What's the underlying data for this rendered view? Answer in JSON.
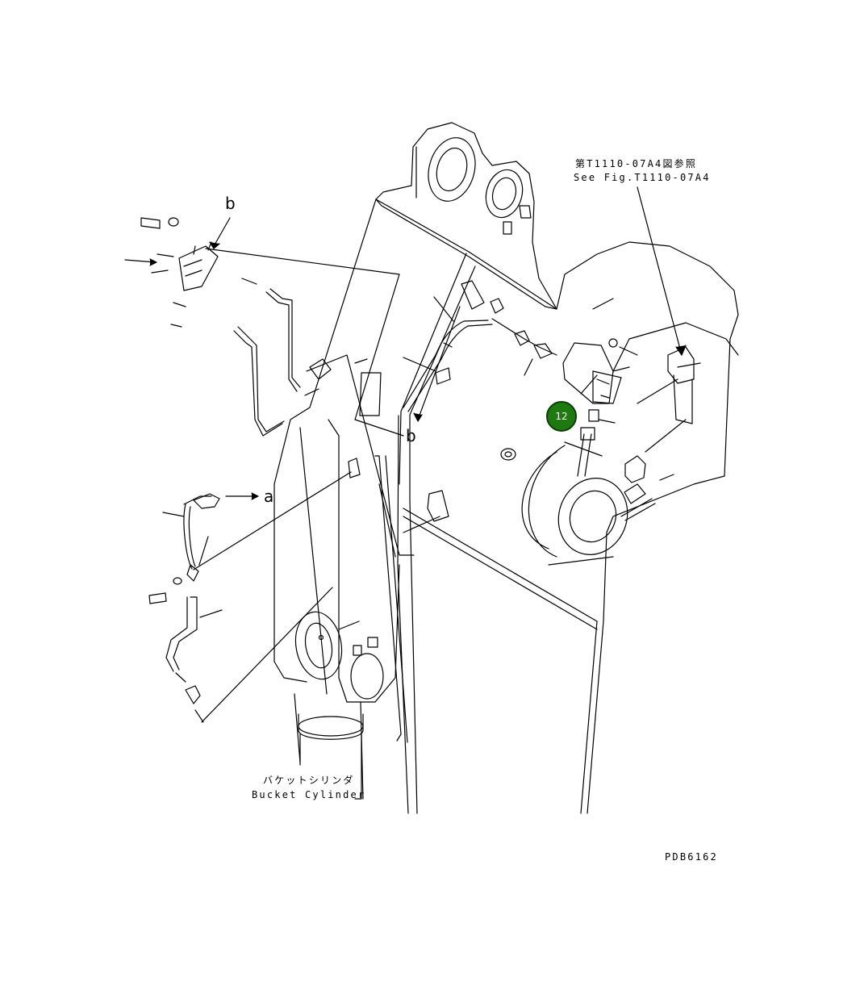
{
  "references": {
    "fig_ref_jp": "第T1110-07A4図参照",
    "fig_ref_en": "See Fig.T1110-07A4"
  },
  "labels": {
    "bucket_cylinder_jp": "バケットシリンダ",
    "bucket_cylinder_en": "Bucket Cylinder",
    "drawing_code": "PDB6162",
    "arrow_b_top": "b",
    "arrow_b_bottom": "b",
    "arrow_a": "a"
  },
  "callouts": [
    {
      "number": "12",
      "color": "#1e7a10"
    }
  ]
}
